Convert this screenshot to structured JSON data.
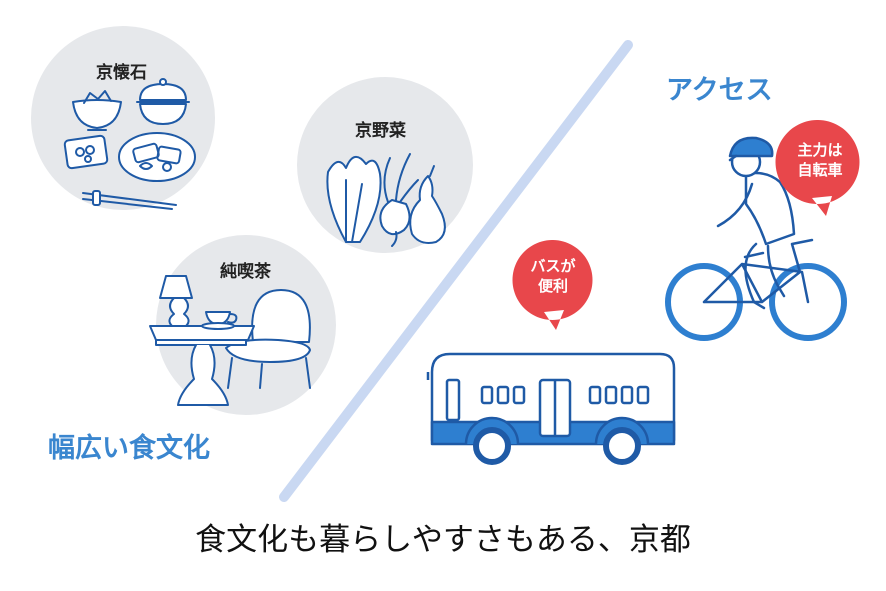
{
  "food": {
    "kyokaiseki": "京懐石",
    "kyoyasai": "京野菜",
    "junkissa": "純喫茶",
    "heading": "幅広い食文化"
  },
  "access": {
    "heading": "アクセス",
    "bike_bubble": [
      "主力は",
      "自転車"
    ],
    "bus_bubble": [
      "バスが",
      "便利"
    ]
  },
  "tagline": "食文化も暮らしやすさもある、京都",
  "colors": {
    "accent_blue": "#3a86cf",
    "line_navy": "#1f5aa6",
    "bubble_red": "#e8474b",
    "circle_gray": "#e6e8eb",
    "divider": "#c9d8f2"
  }
}
